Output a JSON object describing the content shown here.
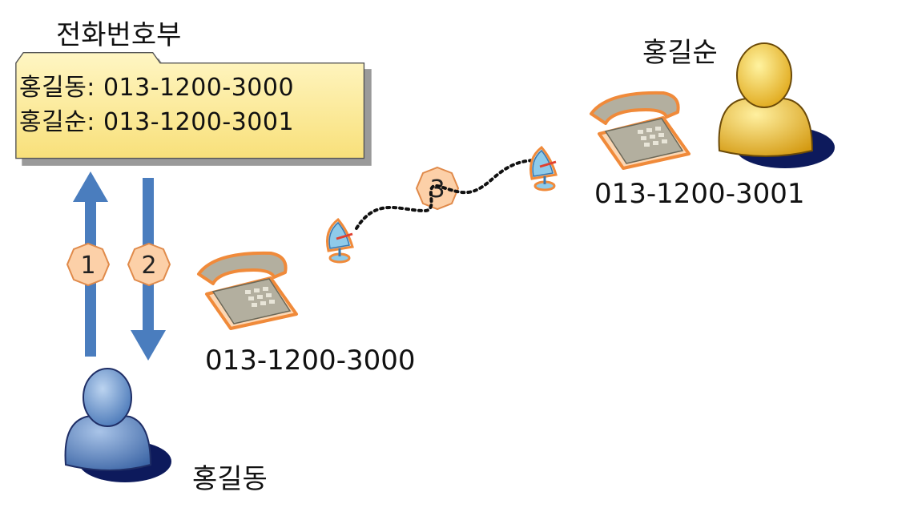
{
  "phonebook": {
    "title": "전화번호부",
    "entries": [
      "홍길동: 013-1200-3000",
      "홍길순: 013-1200-3001"
    ]
  },
  "steps": [
    "1",
    "2",
    "3"
  ],
  "caller": {
    "name": "홍길동",
    "number": "013-1200-3000",
    "icon": "person-blue-icon"
  },
  "callee": {
    "name": "홍길순",
    "number": "013-1200-3001",
    "icon": "person-yellow-icon"
  },
  "colors": {
    "note_fill": "#fbe57a",
    "arrow": "#4a7dbe",
    "badge_fill": "#fcd0a8",
    "badge_stroke": "#e08a4a",
    "phone_body": "#b3af9f",
    "phone_outline": "#f08a3a"
  }
}
